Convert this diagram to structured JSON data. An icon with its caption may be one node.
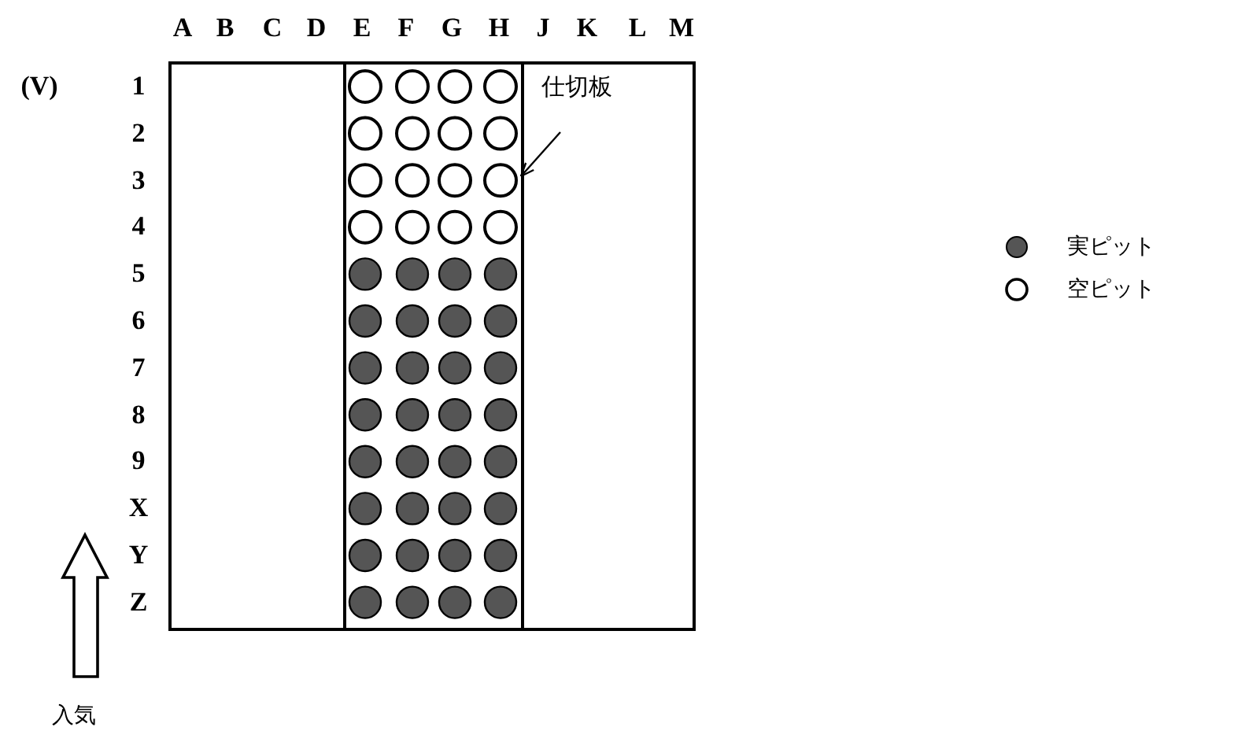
{
  "diagram": {
    "nodes": [
      {
        "text": [
          "仕切板"
        ]
      },
      {
        "text": [],
        "shape": "bar"
      }
    ],
    "edges": [
      {
        "from": 0,
        "to": 1,
        "arrow": "to"
      }
    ],
    "labels": [
      "A",
      "B",
      "C",
      "D",
      "E",
      "F",
      "G",
      "H",
      "J",
      "K",
      "L",
      "M",
      "(V)",
      "1",
      "2",
      "3",
      "4",
      "5",
      "6",
      "7",
      "8",
      "9",
      "X",
      "Y",
      "Z",
      "入気"
    ],
    "legend": [
      {
        "text": "実ピット"
      },
      {
        "text": "空ピット"
      }
    ]
  }
}
